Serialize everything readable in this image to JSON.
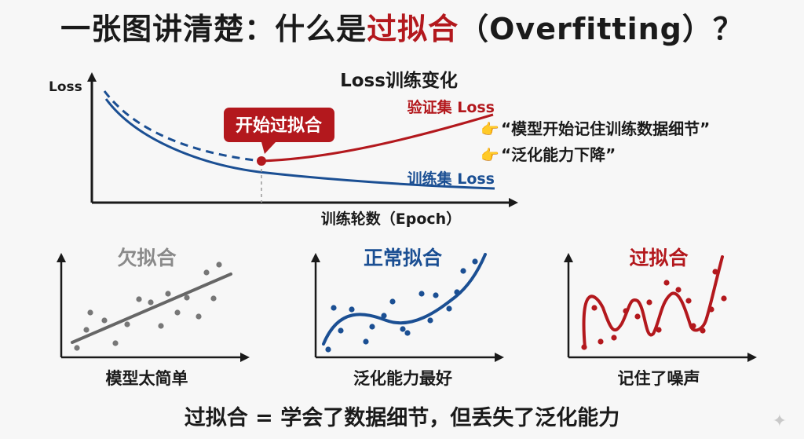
{
  "title": {
    "prefix": "一张图讲清楚：什么是",
    "highlight": "过拟合",
    "suffix": "（Overfitting）？"
  },
  "main_chart": {
    "title": "Loss训练变化",
    "y_axis_label": "Loss",
    "x_axis_label": "训练轮数（Epoch）",
    "val_label": "验证集 Loss",
    "train_label": "训练集 Loss",
    "callout": "开始过拟合",
    "notes": [
      {
        "icon": "pointing-hand-icon",
        "text": "“模型开始记住训练数据细节”"
      },
      {
        "icon": "pointing-hand-icon",
        "text": "“泛化能力下降”"
      }
    ],
    "colors": {
      "val": "#b3181d",
      "train": "#1b4f93"
    }
  },
  "panels": [
    {
      "title": "欠拟合",
      "caption": "模型太简单",
      "color": "#8a8a8a",
      "point_color": "#777777"
    },
    {
      "title": "正常拟合",
      "caption": "泛化能力最好",
      "color": "#1b4f93",
      "point_color": "#1b4f93"
    },
    {
      "title": "过拟合",
      "caption": "记住了噪声",
      "color": "#b3181d",
      "point_color": "#b3181d"
    }
  ],
  "footer": "过拟合 = 学会了数据细节，但丢失了泛化能力"
}
